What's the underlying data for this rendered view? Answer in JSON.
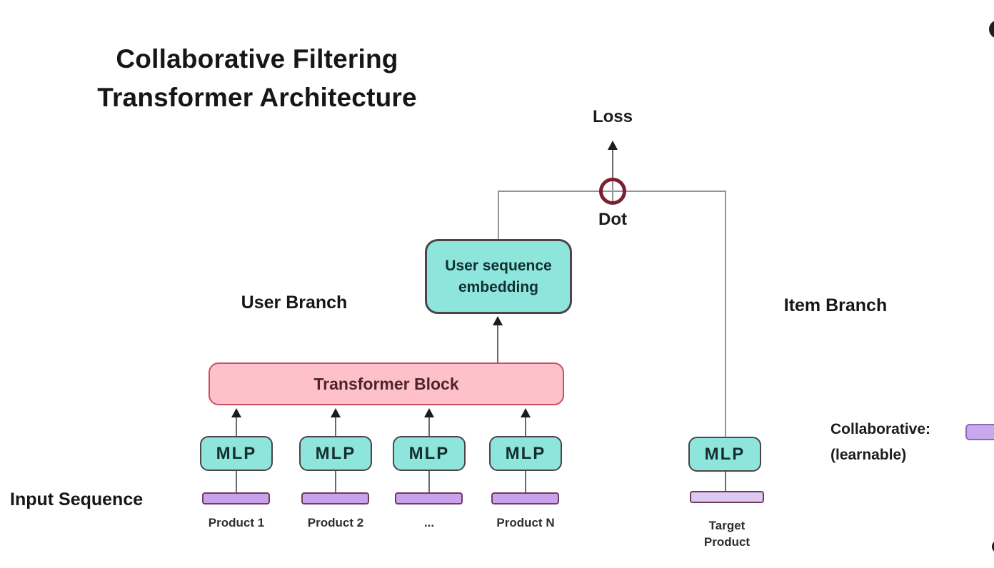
{
  "title": {
    "line1": "Collaborative Filtering",
    "line2": "Transformer Architecture"
  },
  "diagram": {
    "loss_label": "Loss",
    "dot_label": "Dot",
    "dot_operation": "dot-product-node",
    "user_branch_label": "User Branch",
    "item_branch_label": "Item Branch",
    "embedding_box_label": "User sequence embedding",
    "transformer_block_label": "Transformer Block",
    "mlp_label": "MLP",
    "input_sequence_label": "Input Sequence",
    "user_inputs": [
      "Product 1",
      "Product 2",
      "...",
      "Product N"
    ],
    "item_input": {
      "line1": "Target",
      "line2": "Product"
    }
  },
  "legend": {
    "title": "Collaborative:",
    "subtitle": "(learnable)",
    "swatch": "purple-learnable-embedding"
  },
  "colors": {
    "teal_fill": "#8ee5dc",
    "teal_border": "#4e4349",
    "pink_fill": "#ffc1c9",
    "pink_border": "#c9515f",
    "pink_text": "#4e242c",
    "purple_fill": "#c9a2eb",
    "purple_border": "#6f3c5e",
    "target_fill": "#dec9f3",
    "legend_swatch_fill": "#c9a9ed",
    "legend_swatch_border": "#9268b0",
    "dot_ring": "#7c1f2e",
    "connector_gray": "#949494",
    "text_dark": "#161616"
  }
}
